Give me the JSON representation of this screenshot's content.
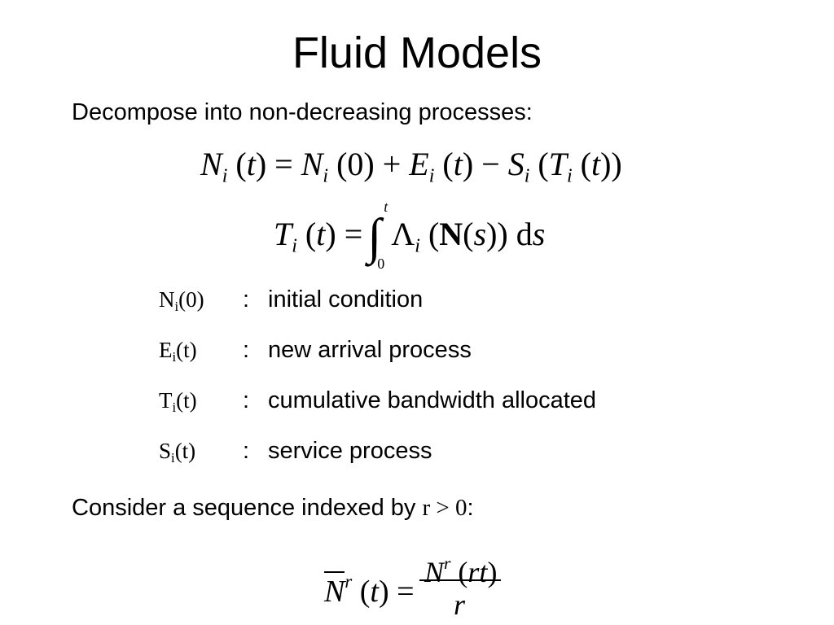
{
  "title": "Fluid Models",
  "intro": "Decompose into non-decreasing processes:",
  "definitions": [
    {
      "symbol": "N",
      "sub": "i",
      "arg": "(0)",
      "colon": ":",
      "text": "initial condition"
    },
    {
      "symbol": "E",
      "sub": "i",
      "arg": "(t)",
      "colon": ":",
      "text": "new arrival process"
    },
    {
      "symbol": "T",
      "sub": "i",
      "arg": "(t)",
      "colon": ":",
      "text": "cumulative bandwidth allocated"
    },
    {
      "symbol": "S",
      "sub": "i",
      "arg": "(t)",
      "colon": ":",
      "text": "service process"
    }
  ],
  "consider": {
    "prefix": "Consider a sequence indexed by ",
    "condition": "r > 0",
    "suffix": ":"
  },
  "equations": {
    "e1": {
      "N": "N",
      "i": "i",
      "t": "t",
      "zero": "0",
      "E": "E",
      "S": "S",
      "T": "T",
      "eq": "=",
      "plus": "+",
      "minus": "−"
    },
    "e2": {
      "T": "T",
      "i": "i",
      "t": "t",
      "eq": "=",
      "integral": "∫",
      "upper": "t",
      "lower": "0",
      "Lambda": "Λ",
      "Nbold": "N",
      "s": "s",
      "d": "d"
    },
    "e3": {
      "N": "N",
      "r": "r",
      "t": "t",
      "eq": "=",
      "numerator_arg": "rt",
      "denominator": "r"
    }
  }
}
